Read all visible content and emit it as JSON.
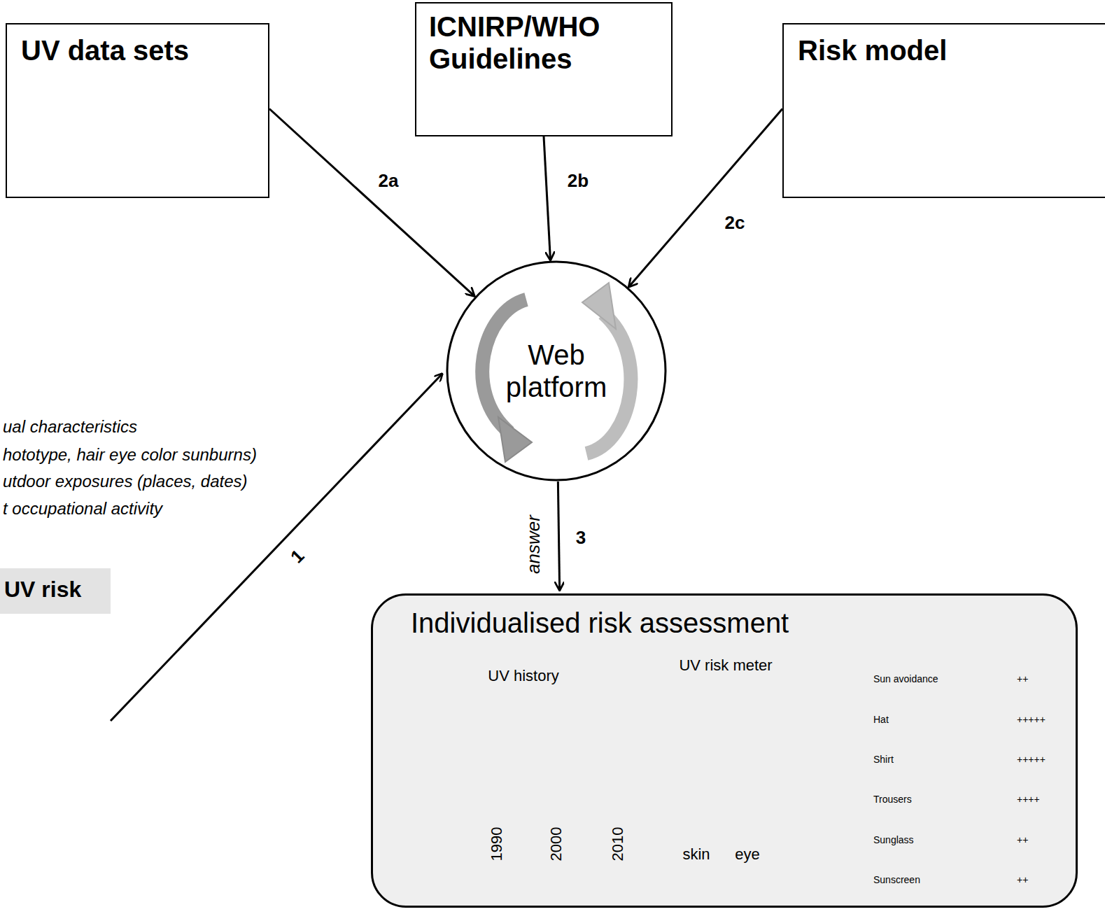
{
  "diagram": {
    "nodes": [
      {
        "text": [
          "UV data sets"
        ]
      },
      {
        "text": [
          "ICNIRP/WHO Guidelines"
        ]
      },
      {
        "text": [
          "Risk model"
        ]
      },
      {
        "text": [
          "Web platform"
        ]
      },
      {
        "text": [
          "UV risk"
        ]
      },
      {
        "text": [
          "Individualised risk assessment"
        ]
      }
    ],
    "edges": [
      {
        "from": 0,
        "to": 3,
        "label": "2a",
        "arrow": "to"
      },
      {
        "from": 1,
        "to": 3,
        "label": "2b",
        "arrow": "to"
      },
      {
        "from": 2,
        "to": 3,
        "label": "2c",
        "arrow": "to"
      },
      {
        "from": 3,
        "to": 5,
        "label": "3",
        "arrow": "to"
      }
    ],
    "labels": [
      "ual characteristics",
      "hototype, hair eye color sunburns)",
      "utdoor exposures (places, dates)",
      "t occupational activity",
      "1",
      "answer",
      "UV history",
      "1990",
      "2000",
      "2010",
      "UV risk meter",
      "skin",
      "eye",
      "Sun avoidance",
      "++",
      "Hat",
      "+++++",
      "Shirt",
      "+++++",
      "Trousers",
      "++++",
      "Sunglass",
      "++",
      "Sunscreen",
      "++"
    ]
  }
}
